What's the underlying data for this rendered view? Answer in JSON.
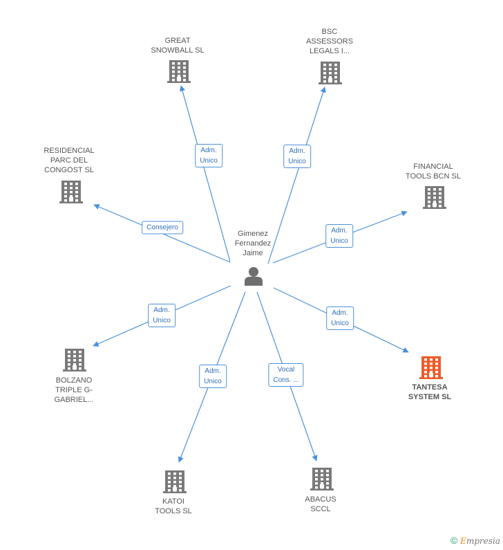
{
  "center": {
    "label": "Gimenez\nFernandez\nJaime"
  },
  "nodes": [
    {
      "id": "great",
      "label": "GREAT\nSNOWBALL  SL",
      "focus": false
    },
    {
      "id": "bsc",
      "label": "BSC\nASSESSORS\nLEGALS I...",
      "focus": false
    },
    {
      "id": "residencial",
      "label": "RESIDENCIAL\nPARC DEL\nCONGOST SL",
      "focus": false
    },
    {
      "id": "financial",
      "label": "FINANCIAL\nTOOLS BCN SL",
      "focus": false
    },
    {
      "id": "bolzano",
      "label": "BOLZANO\nTRIPLE G-\nGABRIEL...",
      "focus": false
    },
    {
      "id": "tantesa",
      "label": "TANTESA\nSYSTEM SL",
      "focus": true
    },
    {
      "id": "katoi",
      "label": "KATOI\nTOOLS  SL",
      "focus": false
    },
    {
      "id": "abacus",
      "label": "ABACUS\nSCCL",
      "focus": false
    }
  ],
  "edges": [
    {
      "to": "great",
      "label": "Adm.\nUnico"
    },
    {
      "to": "bsc",
      "label": "Adm.\nUnico"
    },
    {
      "to": "residencial",
      "label": "Consejero"
    },
    {
      "to": "financial",
      "label": "Adm.\nUnico"
    },
    {
      "to": "bolzano",
      "label": "Adm.\nUnico"
    },
    {
      "to": "tantesa",
      "label": "Adm.\nUnico"
    },
    {
      "to": "katoi",
      "label": "Adm.\nUnico"
    },
    {
      "to": "abacus",
      "label": "Vocal\nCons. ..."
    }
  ],
  "colors": {
    "edge": "#4a90d9",
    "building": "#7a7a7a",
    "building_focus": "#f05a28",
    "person": "#6e6e6e"
  },
  "footer": {
    "copyright": "©",
    "brand_initial": "E",
    "brand_rest": "mpresia"
  }
}
